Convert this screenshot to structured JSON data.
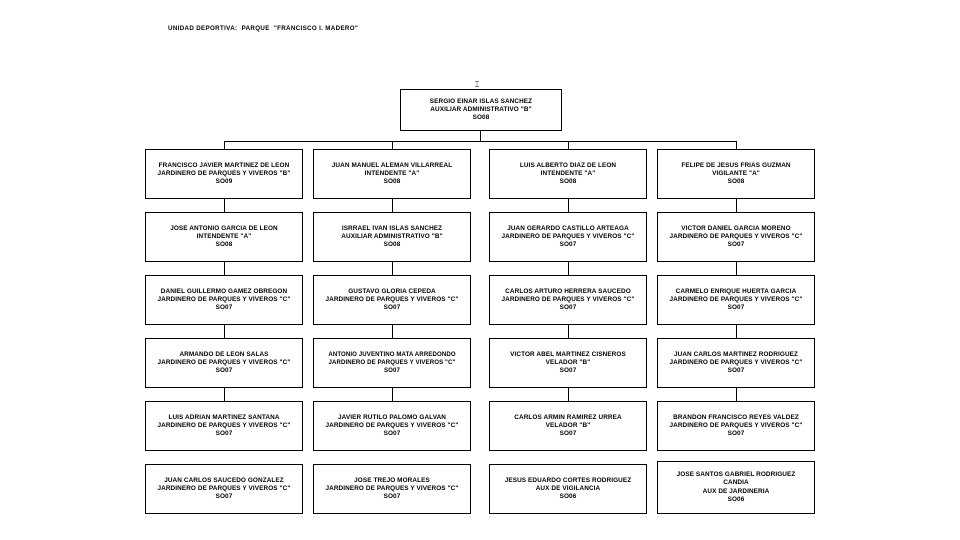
{
  "header": {
    "title": "UNIDAD DEPORTIVA:  PARQUE  \"FRANCISCO I. MADERO\""
  },
  "marker": {
    "glyph": "⌶"
  },
  "root_node": {
    "name": "SERGIO EINAR ISLAS SANCHEZ",
    "position": "AUXILIAR ADMINISTRATIVO \"B\"",
    "code": "SO08"
  },
  "rows": [
    {
      "cells": [
        {
          "name": "FRANCISCO JAVIER MARTINEZ DE LEON",
          "position": "JARDINERO DE PARQUES Y VIVEROS \"B\"",
          "code": "SO09"
        },
        {
          "name": "JUAN MANUEL ALEMAN VILLARREAL",
          "position": "INTENDENTE \"A\"",
          "code": "SO08"
        },
        {
          "name": "LUIS ALBERTO DIAZ DE LEON",
          "position": "INTENDENTE \"A\"",
          "code": "SO08"
        },
        {
          "name": "FELIPE DE JESUS FRIAS GUZMAN",
          "position": "VIGILANTE \"A\"",
          "code": "SO08"
        }
      ]
    },
    {
      "cells": [
        {
          "name": "JOSE ANTONIO GARCIA DE LEON",
          "position": "INTENDENTE \"A\"",
          "code": "SO08"
        },
        {
          "name": "ISRRAEL IVAN ISLAS SANCHEZ",
          "position": "AUXILIAR ADMINISTRATIVO \"B\"",
          "code": "SO08"
        },
        {
          "name": "JUAN GERARDO CASTILLO ARTEAGA",
          "position": "JARDINERO DE PARQUES Y VIVEROS \"C\"",
          "code": "SO07"
        },
        {
          "name": "VICTOR DANIEL GARCIA MORENO",
          "position": "JARDINERO DE PARQUES Y VIVEROS \"C\"",
          "code": "SO07"
        }
      ]
    },
    {
      "cells": [
        {
          "name": "DANIEL GUILLERMO GAMEZ OBREGON",
          "position": "JARDINERO DE PARQUES Y VIVEROS \"C\"",
          "code": "SO07"
        },
        {
          "name": "GUSTAVO GLORIA CEPEDA",
          "position": "JARDINERO DE PARQUES Y VIVEROS \"C\"",
          "code": "SO07"
        },
        {
          "name": "CARLOS ARTURO HERRERA SAUCEDO",
          "position": "JARDINERO DE PARQUES Y VIVEROS \"C\"",
          "code": "SO07"
        },
        {
          "name": "CARMELO ENRIQUE HUERTA GARCIA",
          "position": "JARDINERO DE PARQUES Y VIVEROS \"C\"",
          "code": "SO07"
        }
      ]
    },
    {
      "cells": [
        {
          "name": "ARMANDO DE LEON SALAS",
          "position": "JARDINERO DE PARQUES Y VIVEROS \"C\"",
          "code": "SO07"
        },
        {
          "name": "ANTONIO JUVENTINO MATA ARREDONDO",
          "position": "JARDINERO DE PARQUES Y VIVEROS \"C\"",
          "code": "SO07"
        },
        {
          "name": "VICTOR ABEL MARTINEZ CISNEROS",
          "position": "VELADOR \"B\"",
          "code": "SO07"
        },
        {
          "name": "JUAN CARLOS MARTINEZ RODRIGUEZ",
          "position": "JARDINERO DE PARQUES Y VIVEROS \"C\"",
          "code": "SO07"
        }
      ]
    },
    {
      "cells": [
        {
          "name": "LUIS ADRIAN MARTINEZ SANTANA",
          "position": "JARDINERO DE PARQUES Y VIVEROS \"C\"",
          "code": "SO07"
        },
        {
          "name": "JAVIER RUTILO PALOMO GALVAN",
          "position": "JARDINERO DE PARQUES Y VIVEROS \"C\"",
          "code": "SO07"
        },
        {
          "name": "CARLOS ARMIN RAMIREZ URREA",
          "position": "VELADOR \"B\"",
          "code": "SO07"
        },
        {
          "name": "BRANDON FRANCISCO REYES VALDEZ",
          "position": "JARDINERO DE PARQUES Y VIVEROS \"C\"",
          "code": "SO07"
        }
      ]
    },
    {
      "cells": [
        {
          "name": "JUAN CARLOS SAUCEDO GONZALEZ",
          "position": "JARDINERO DE PARQUES Y VIVEROS \"C\"",
          "code": "SO07"
        },
        {
          "name": "JOSE TREJO MORALES",
          "position": "JARDINERO DE PARQUES Y VIVEROS \"C\"",
          "code": "SO07"
        },
        {
          "name": "JESUS EDUARDO CORTES RODRIGUEZ",
          "position": "AUX DE VIGILANCIA",
          "code": "SO06"
        },
        {
          "name": "JOSE SANTOS GABRIEL RODRIGUEZ",
          "position2": "CANDIA",
          "position": "AUX  DE JARDINERIA",
          "code": "SO06"
        }
      ]
    }
  ]
}
